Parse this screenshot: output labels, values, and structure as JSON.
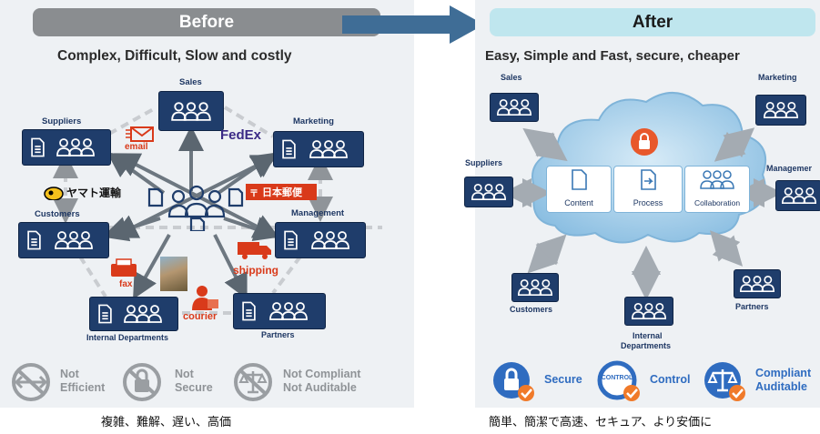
{
  "before": {
    "header": "Before",
    "subtitle": "Complex, Difficult, Slow and costly",
    "nodes": {
      "sales": "Sales",
      "suppliers": "Suppliers",
      "marketing": "Marketing",
      "customers": "Customers",
      "management": "Management",
      "internal": "Internal Departments",
      "partners": "Partners"
    },
    "channels": {
      "email": "email",
      "fedex": "FedEx",
      "yamato": "ヤマト運輸",
      "japan_post": "日本郵便",
      "shipping": "shipping",
      "fax": "fax",
      "courier": "courier"
    },
    "badges": [
      {
        "line1": "Not",
        "line2": "Efficient"
      },
      {
        "line1": "Not",
        "line2": "Secure"
      },
      {
        "line1": "Not Compliant",
        "line2": "Not Auditable"
      }
    ],
    "caption": "複雑、難解、遅い、高価"
  },
  "after": {
    "header": "After",
    "subtitle": "Easy, Simple and Fast, secure, cheaper",
    "nodes": {
      "sales": "Sales",
      "marketing": "Marketing",
      "suppliers": "Suppliers",
      "management": "Managemer",
      "customers": "Customers",
      "internal_line1": "Internal",
      "internal_line2": "Departments",
      "partners": "Partners"
    },
    "cloud": {
      "content": "Content",
      "process": "Process",
      "collaboration": "Collaboration"
    },
    "badges": [
      {
        "icon_text": "",
        "line1": "Secure",
        "line2": ""
      },
      {
        "icon_text": "CONTROL",
        "line1": "Control",
        "line2": ""
      },
      {
        "icon_text": "",
        "line1": "Compliant",
        "line2": "Auditable"
      }
    ],
    "caption": "簡単、簡潔で高速、セキュア、より安価に"
  },
  "colors": {
    "before_header": "#8a8d90",
    "after_header": "#bfe6ee",
    "box_navy": "#1f3d6b",
    "arrow_blue": "#3f6d96",
    "red_accent": "#d93a1a",
    "cloud_fill": "#9ec9e6",
    "badge_blue": "#2f6cc0"
  }
}
